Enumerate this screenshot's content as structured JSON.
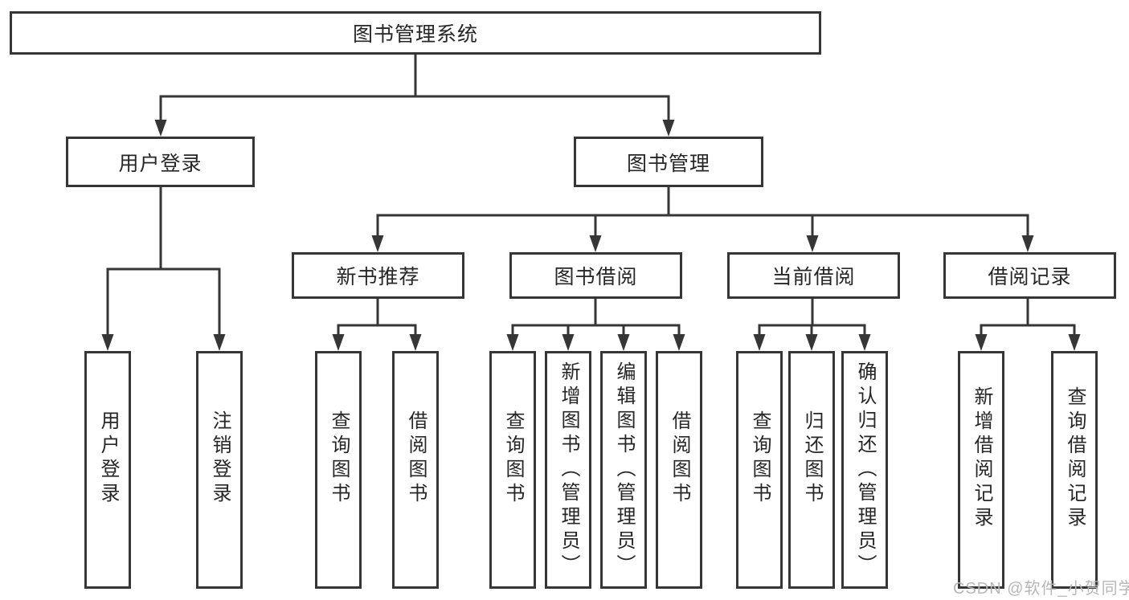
{
  "diagram": {
    "root": {
      "label": "图书管理系统"
    },
    "level2": [
      {
        "label": "用户登录",
        "leaves": [
          "用户登录",
          "注销登录"
        ]
      },
      {
        "label": "图书管理",
        "children": [
          {
            "label": "新书推荐",
            "leaves": [
              "查询图书",
              "借阅图书"
            ]
          },
          {
            "label": "图书借阅",
            "leaves": [
              "查询图书",
              "新增图书（管理员）",
              "编辑图书（管理员）",
              "借阅图书"
            ]
          },
          {
            "label": "当前借阅",
            "leaves": [
              "查询图书",
              "归还图书",
              "确认归还（管理员）"
            ]
          },
          {
            "label": "借阅记录",
            "leaves": [
              "新增借阅记录",
              "查询借阅记录"
            ]
          }
        ]
      }
    ]
  },
  "watermark": "CSDN @软件_小贺同学",
  "colors": {
    "line": "#363636",
    "box_border": "#363636",
    "box_fill": "#ffffff",
    "text": "#262626",
    "watermark": "#b7b7b7"
  }
}
